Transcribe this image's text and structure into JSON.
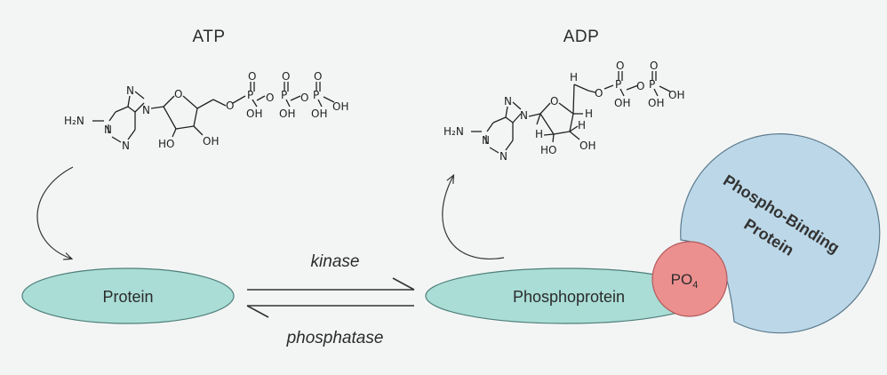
{
  "labels": {
    "atp": "ATP",
    "adp": "ADP",
    "kinase": "kinase",
    "phosphatase": "phosphatase",
    "protein": "Protein",
    "phosphoprotein": "Phosphoprotein",
    "po4": "PO",
    "po4_sub": "4",
    "pbp_line1": "Phospho-Binding",
    "pbp_line2": "Protein"
  },
  "atp_molecule": {
    "amine": "H₂N",
    "n1": "N",
    "n3": "N",
    "n7": "N",
    "n9": "N",
    "ring_o": "O",
    "ho_left": "HO",
    "oh_right": "OH",
    "link_o": "O",
    "p1": "P",
    "p2": "P",
    "p3": "P",
    "o_top1": "O",
    "o_top2": "O",
    "o_top3": "O",
    "oh1": "OH",
    "oh2": "OH",
    "oh3": "OH",
    "bridge1": "O",
    "bridge2": "O",
    "terminal_oh": "OH"
  },
  "adp_molecule": {
    "amine": "H₂N",
    "n1": "N",
    "n3": "N",
    "n7": "N",
    "n9": "N",
    "ring_o": "O",
    "h1": "H",
    "h2": "H",
    "h3": "H",
    "h4": "H",
    "ho_left": "HO",
    "oh_right": "OH",
    "link_o": "O",
    "p1": "P",
    "p2": "P",
    "o_top1": "O",
    "o_top2": "O",
    "oh1": "OH",
    "oh2": "OH",
    "bridge1": "O",
    "terminal_oh": "OH"
  },
  "colors": {
    "background": "#f3f5f5",
    "protein_fill": "#a9ddd6",
    "protein_stroke": "#4f7f79",
    "po4_fill": "#ec8f8f",
    "po4_stroke": "#b25a5a",
    "pbp_fill": "#bcd8e8",
    "pbp_stroke": "#5b7a8c"
  }
}
